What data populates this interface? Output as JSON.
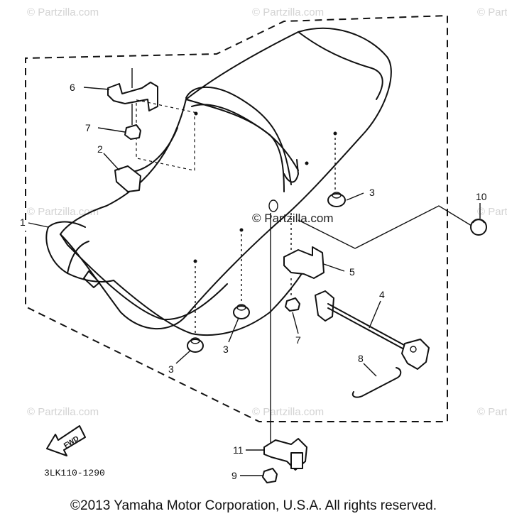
{
  "watermark": "© Partzilla.com",
  "callouts": {
    "c1": "1",
    "c2": "2",
    "c3a": "3",
    "c3b": "3",
    "c3c": "3",
    "c4": "4",
    "c5": "5",
    "c6": "6",
    "c7a": "7",
    "c7b": "7",
    "c8": "8",
    "c9": "9",
    "c10": "10",
    "c11": "11"
  },
  "diagram_code": "3LK110-1290",
  "fwd_label": "FWD",
  "copyright": "©2013  Yamaha Motor Corporation, U.S.A. All rights reserved."
}
